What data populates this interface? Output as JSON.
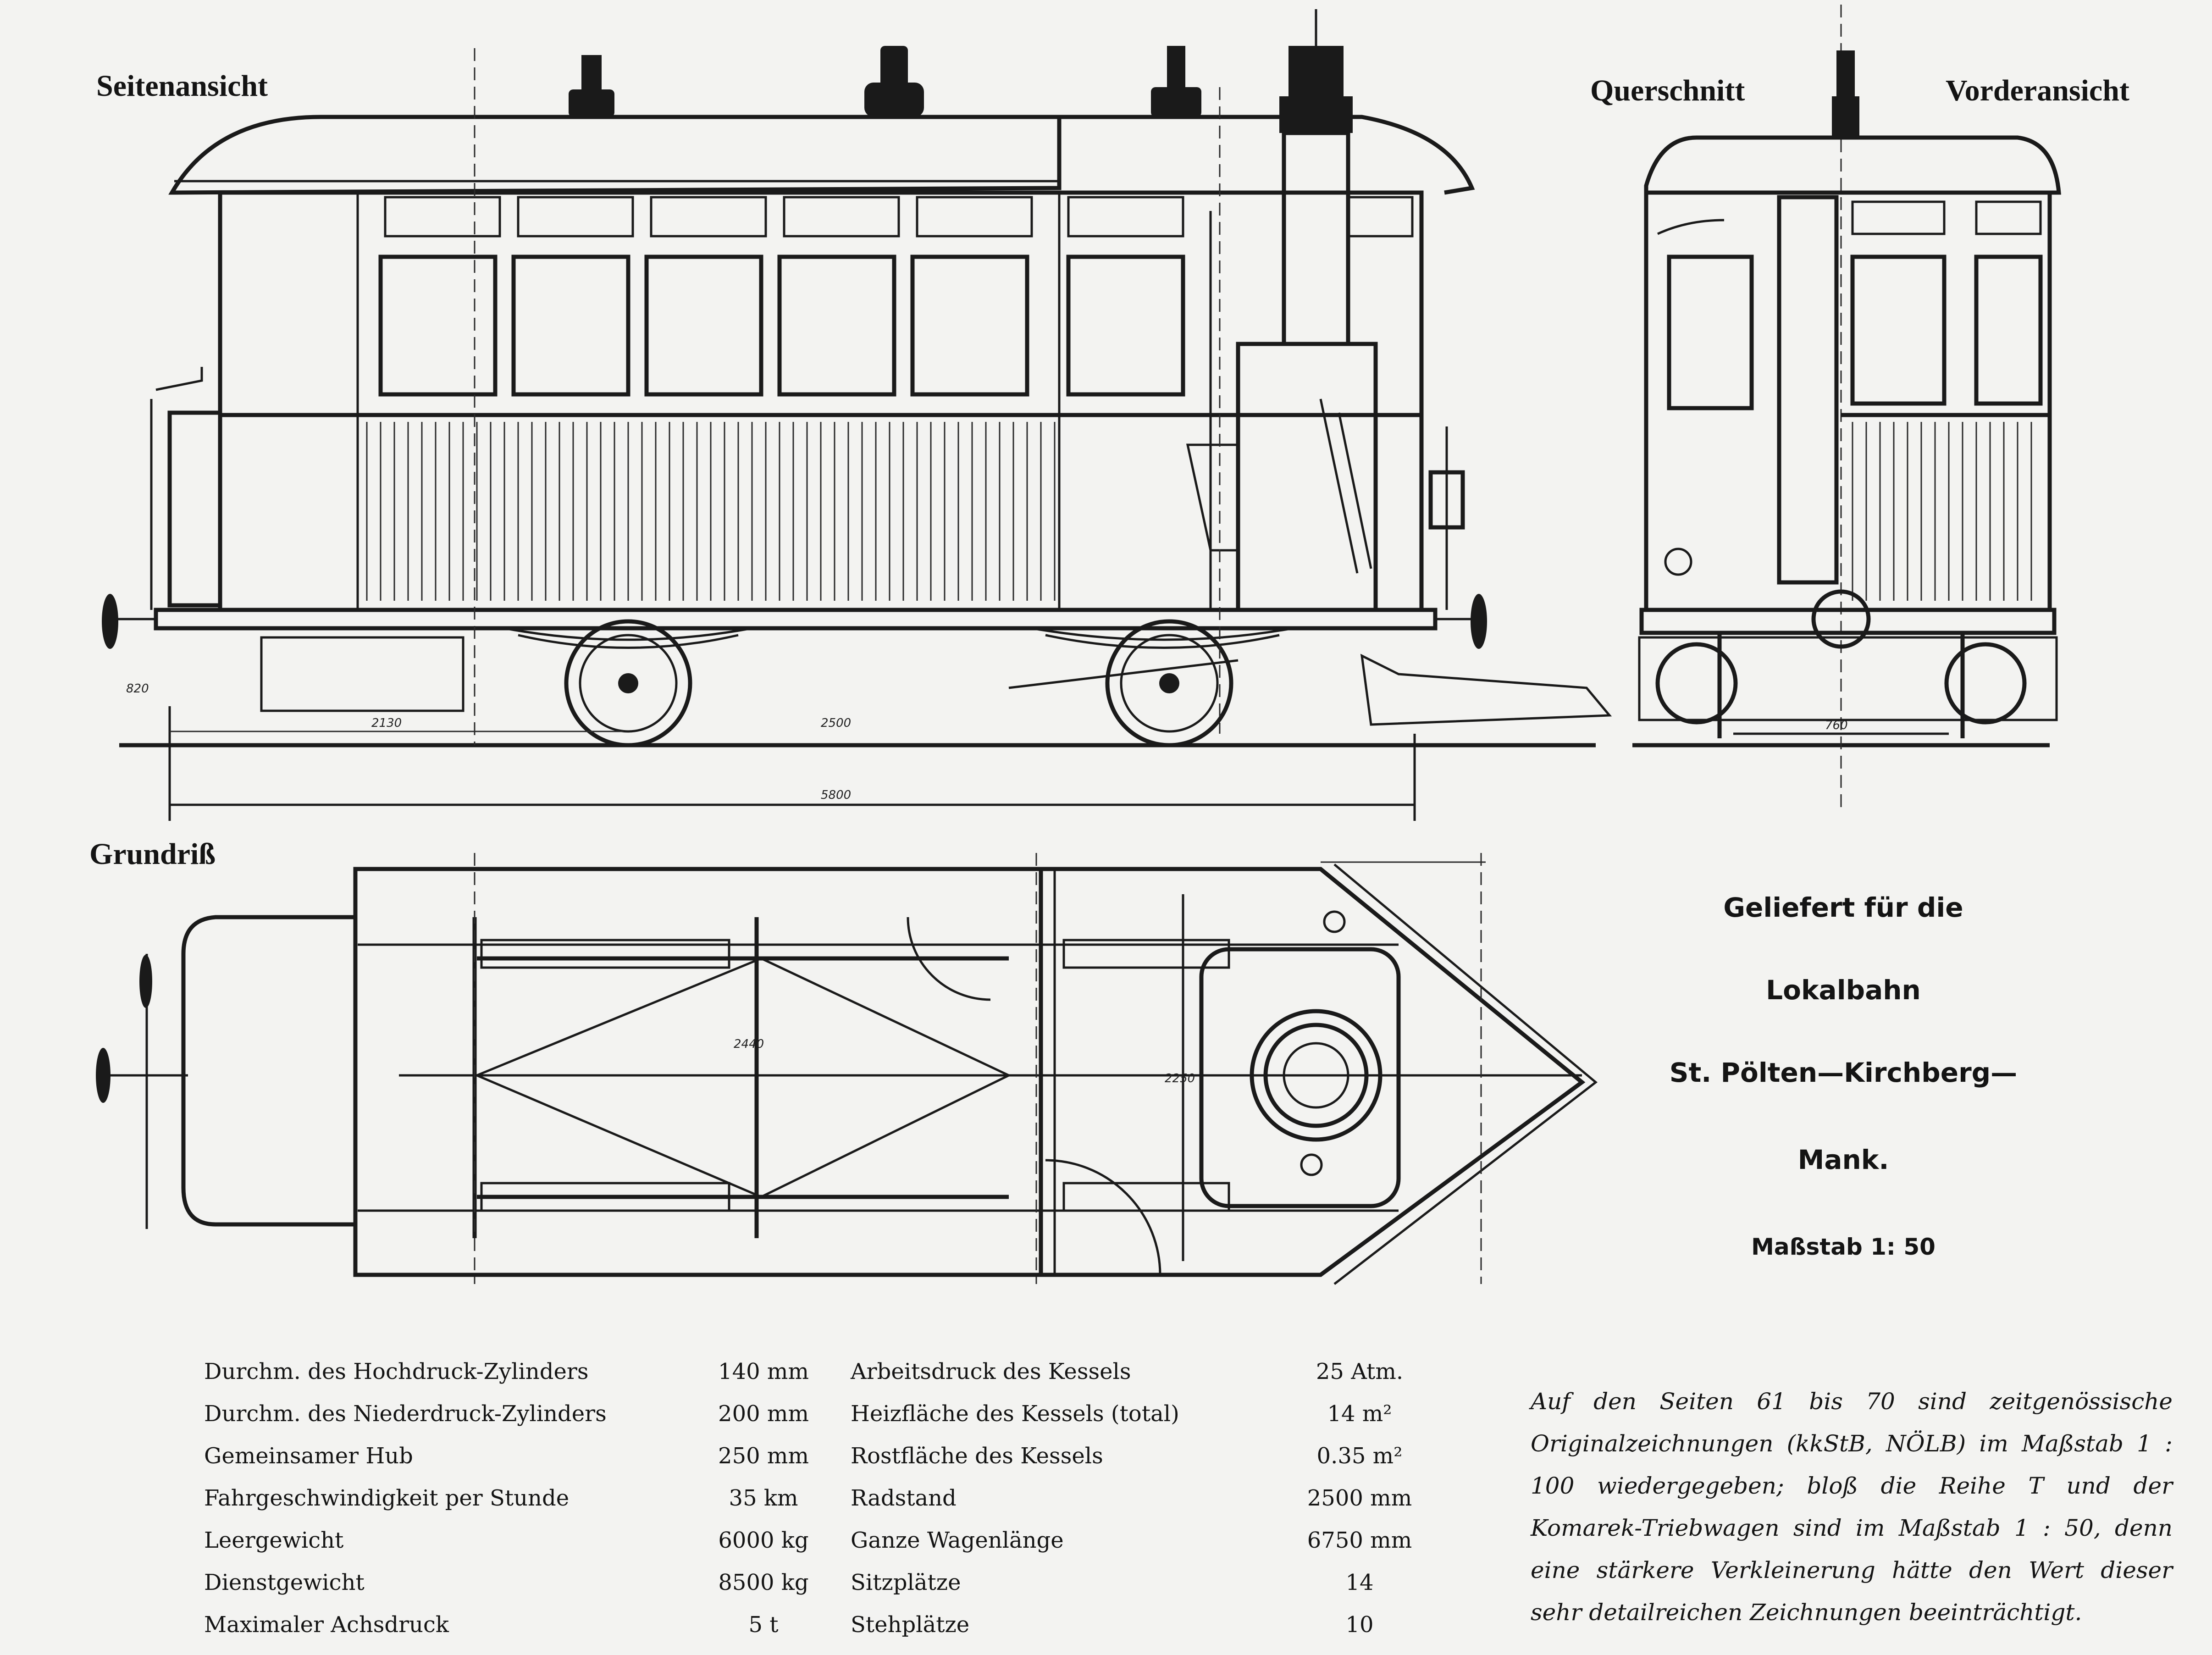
{
  "views": {
    "side": "Seitenansicht",
    "cross": "Querschnitt",
    "front": "Vorderansicht",
    "plan": "Grundriß"
  },
  "dimensions": {
    "overall_length": "5800",
    "base_2130": "2130",
    "d_2500": "2500",
    "h_820": "820",
    "h_2440": "2440",
    "w_760": "760",
    "p_2250": "2250"
  },
  "delivery": {
    "line1": "Geliefert für die",
    "line2": "Lokalbahn",
    "line3": "St. Pölten—Kirchberg—",
    "line4": "Mank.",
    "scale": "Maßstab 1: 50"
  },
  "specs_left": [
    {
      "label": "Durchm. des Hochdruck-Zylinders",
      "value": "140 mm"
    },
    {
      "label": "Durchm. des Niederdruck-Zylinders",
      "value": "200 mm"
    },
    {
      "label": "Gemeinsamer Hub",
      "value": "250 mm"
    },
    {
      "label": "Fahrgeschwindigkeit per Stunde",
      "value": "35 km"
    },
    {
      "label": "Leergewicht",
      "value": "6000 kg"
    },
    {
      "label": "Dienstgewicht",
      "value": "8500 kg"
    },
    {
      "label": "Maximaler Achsdruck",
      "value": "5 t"
    }
  ],
  "specs_right": [
    {
      "label": "Arbeitsdruck des Kessels",
      "value": "25 Atm."
    },
    {
      "label": "Heizfläche des Kessels (total)",
      "value": "14 m²"
    },
    {
      "label": "Rostfläche des Kessels",
      "value": "0.35 m²"
    },
    {
      "label": "Radstand",
      "value": "2500 mm"
    },
    {
      "label": "Ganze Wagenlänge",
      "value": "6750 mm"
    },
    {
      "label": "Sitzplätze",
      "value": "14"
    },
    {
      "label": "Stehplätze",
      "value": "10"
    }
  ],
  "note": "Auf den Seiten 61 bis 70 sind zeitgenössische Originalzeichnungen (kkStB, NÖLB) im Maßstab 1 : 100 wiedergegeben; bloß die Reihe T und der Komarek-Triebwagen sind im Maßstab 1 : 50, denn eine stärkere Verkleinerung hätte den Wert dieser sehr detailreichen Zeichnungen beeinträchtigt.",
  "colors": {
    "ink": "#1a1a1a",
    "paper": "#f3f3f1"
  }
}
